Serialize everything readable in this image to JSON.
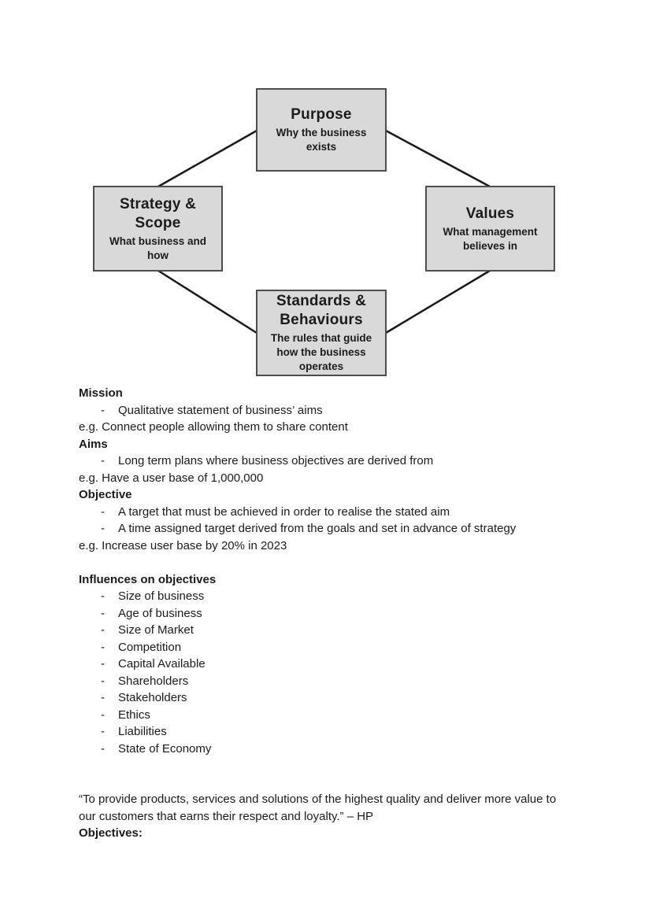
{
  "diagram": {
    "box_fill": "#d9d9d9",
    "box_border": "#4d4d4d",
    "line_color": "#1a1a1a",
    "boxes": {
      "purpose": {
        "title": "Purpose",
        "subtitle": "Why the business exists"
      },
      "strategy": {
        "title": "Strategy & Scope",
        "subtitle": "What business and how"
      },
      "values": {
        "title": "Values",
        "subtitle": "What management believes in"
      },
      "standards": {
        "title": "Standards & Behaviours",
        "subtitle": "The rules that guide how the business operates"
      }
    }
  },
  "content": {
    "sections": [
      {
        "heading": "Mission",
        "bullets": [
          "Qualitative statement of business’ aims"
        ],
        "example": "e.g. Connect people allowing them to share content"
      },
      {
        "heading": "Aims",
        "bullets": [
          "Long term plans where business objectives are derived from"
        ],
        "example": "e.g. Have a user base of 1,000,000"
      },
      {
        "heading": "Objective",
        "bullets": [
          "A target that must be achieved in order to realise the stated aim",
          "A time assigned target derived from the goals and set in advance of strategy"
        ],
        "example": "e.g. Increase user base by 20% in 2023"
      }
    ],
    "influences": {
      "heading": "Influences on objectives",
      "items": [
        "Size of business",
        "Age of business",
        "Size of Market",
        "Competition",
        "Capital Available",
        "Shareholders",
        "Stakeholders",
        "Ethics",
        "Liabilities",
        "State of Economy"
      ]
    },
    "quote": "“To provide products, services and solutions of the highest quality and deliver more value to our customers that earns their respect and loyalty.” – HP",
    "objectives_heading": "Objectives:"
  }
}
